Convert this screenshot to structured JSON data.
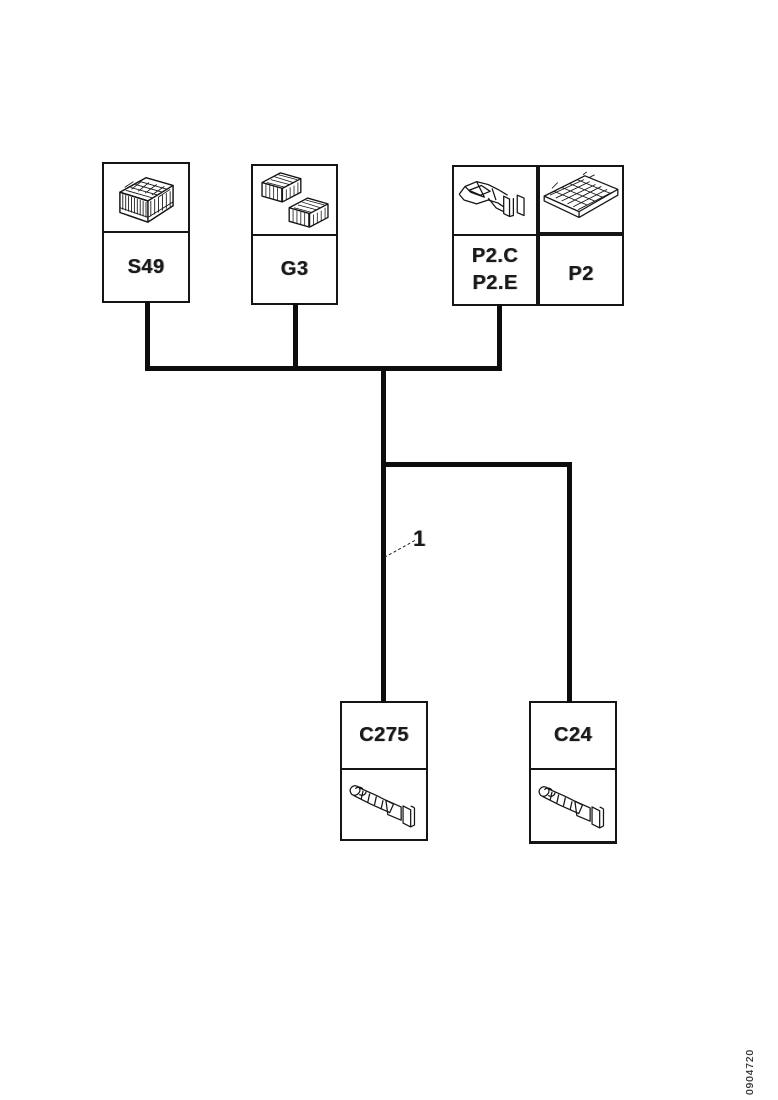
{
  "page": {
    "background": "#ffffff",
    "ink": "#141414",
    "figure_number": "0904720"
  },
  "diagram": {
    "type": "wiring-harness-branch-diagram",
    "callout_label": "1",
    "connectors": {
      "s49": {
        "label": "S49",
        "icon": "relay-block-icon",
        "label_position": "below-image"
      },
      "g3": {
        "label": "G3",
        "icon": "relay-pair-icon",
        "label_position": "below-image"
      },
      "p2ce": {
        "label_line1": "P2.C",
        "label_line2": "P2.E",
        "icon": "terminal-bracket-icon",
        "label_position": "below-image"
      },
      "p2": {
        "label": "P2",
        "icon": "connector-array-icon",
        "label_position": "below-image"
      },
      "c275": {
        "label": "C275",
        "icon": "cable-terminal-icon",
        "label_position": "above-image"
      },
      "c24": {
        "label": "C24",
        "icon": "cable-terminal-icon",
        "label_position": "above-image"
      }
    },
    "connections": [
      "S49 down to horizontal bus",
      "G3 down to horizontal bus",
      "P2.C/P2.E down to horizontal bus",
      "bus trunk down (segment 1) to C275",
      "trunk branches right then down to C24"
    ]
  }
}
